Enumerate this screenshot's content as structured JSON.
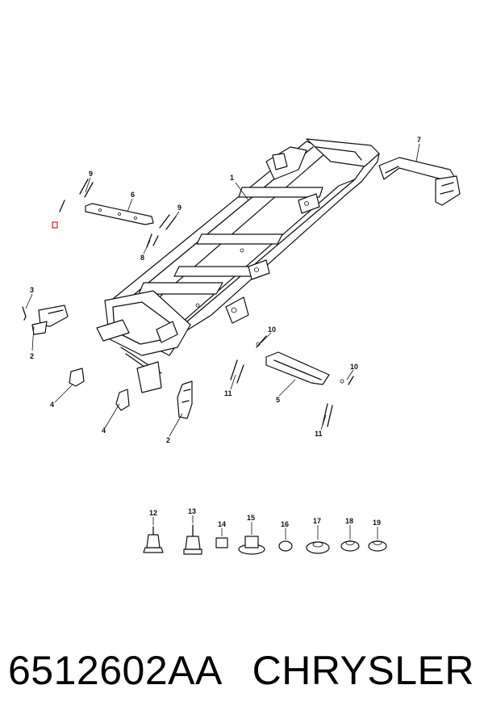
{
  "callouts": {
    "c1": "1",
    "c2a": "2",
    "c2b": "2",
    "c3": "3",
    "c4a": "4",
    "c4b": "4",
    "c5": "5",
    "c6": "6",
    "c7": "7",
    "c8": "8",
    "c9a": "9",
    "c9b": "9",
    "c10a": "10",
    "c10b": "10",
    "c11a": "11",
    "c11b": "11",
    "c12": "12",
    "c13": "13",
    "c14": "14",
    "c15": "15",
    "c16": "16",
    "c17": "17",
    "c18": "18",
    "c19": "19"
  },
  "footer": {
    "part_number": "6512602AA",
    "brand": "CHRYSLER"
  },
  "colors": {
    "line": "#111111",
    "highlight": "#dd2222",
    "background": "#ffffff"
  }
}
